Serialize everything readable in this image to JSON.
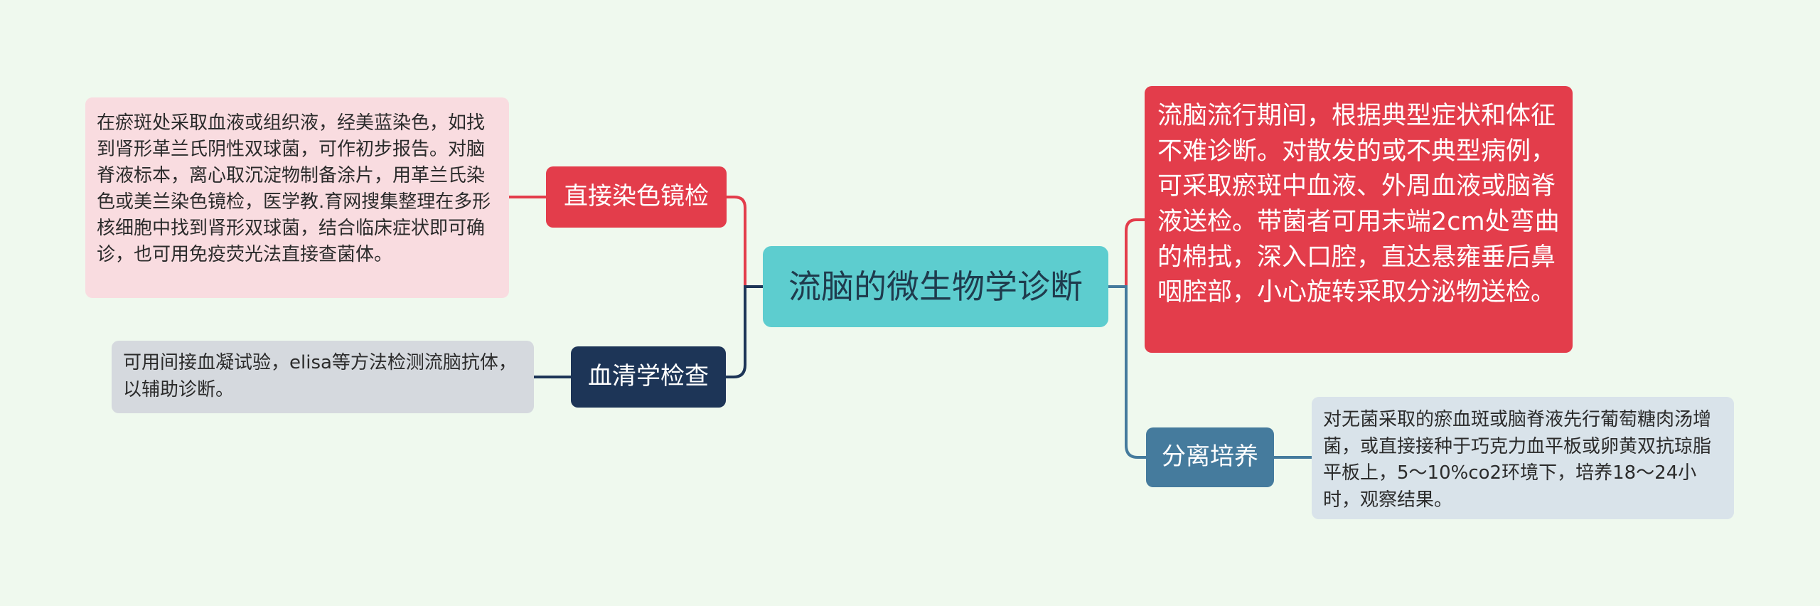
{
  "center": {
    "label": "流脑的微生物学诊断"
  },
  "branches": {
    "direct_stain": {
      "label": "直接染色镜检"
    },
    "serology": {
      "label": "血清学检查"
    },
    "culture": {
      "label": "分离培养"
    }
  },
  "details": {
    "direct_stain": "在瘀斑处采取血液或组织液，经美蓝染色，如找到肾形革兰氏阴性双球菌，可作初步报告。对脑脊液标本，离心取沉淀物制备涂片，用革兰氏染色或美兰染色镜检，医学教.育网搜集整理在多形核细胞中找到肾形双球菌，结合临床症状即可确诊，也可用免疫荧光法直接查菌体。",
    "serology": "可用间接血凝试验，elisa等方法检测流脑抗体，以辅助诊断。",
    "epidemic": "流脑流行期间，根据典型症状和体征不难诊断。对散发的或不典型病例，可采取瘀斑中血液、外周血液或脑脊液送检。带菌者可用末端2cm处弯曲的棉拭，深入口腔，直达悬雍垂后鼻咽腔部，小心旋转采取分泌物送检。",
    "culture": "对无菌采取的瘀血斑或脑脊液先行葡萄糖肉汤增菌，或直接接种于巧克力血平板或卵黄双抗琼脂平板上，5～10%co2环境下，培养18～24小时，观察结果。"
  },
  "colors": {
    "background": "#eff9ee",
    "center": "#5dcdcf",
    "red": "#e33d4b",
    "navy": "#1d3557",
    "steel": "#457b9d",
    "pink": "#f9dce0",
    "gray": "#d5d9de",
    "lightblue": "#d9e3ea"
  }
}
